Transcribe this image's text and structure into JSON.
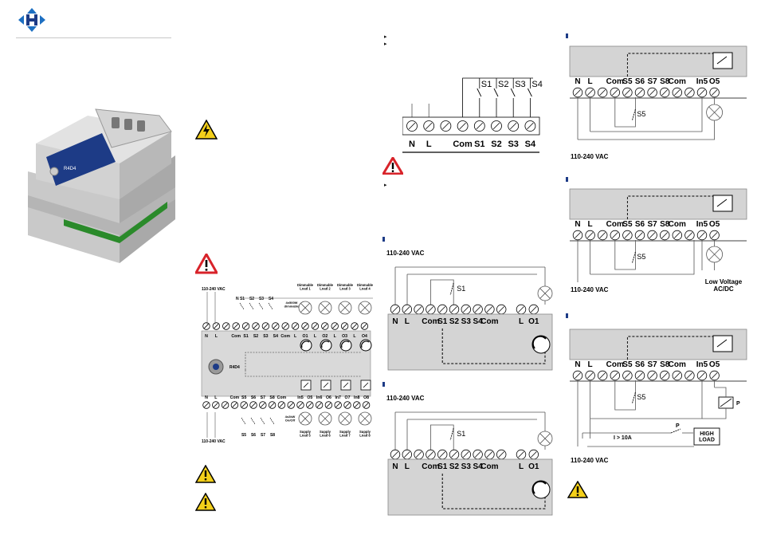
{
  "device": {
    "model_label": "R4D4"
  },
  "wiring_overview": {
    "supply_top": "110-240 VAC",
    "supply_bottom": "110-240 VAC",
    "neutral_tag": "N",
    "switch_top": [
      "S1",
      "S2",
      "S3",
      "S4"
    ],
    "switch_bottom": [
      "S5",
      "S6",
      "S7",
      "S8"
    ],
    "dimmable_loads": [
      "Dimmable\nLoad 1",
      "Dimmable\nLoad 2",
      "Dimmable\nLoad 3",
      "Dimmable\nLoad 4"
    ],
    "dimmable_rating": "4x500W\ndimmable",
    "onoff_rating": "4x2kW\nOn/Off",
    "supply_loads": [
      "Supply\nLoad 5",
      "Supply\nLoad 6",
      "Supply\nLoad 7",
      "Supply\nLoad 8"
    ],
    "terminals_top": [
      "N",
      "L",
      "",
      "Com",
      "S1",
      "S2",
      "S3",
      "S4",
      "Com",
      "L",
      "O1",
      "L",
      "O2",
      "L",
      "O3",
      "L",
      "O4"
    ],
    "terminals_bottom": [
      "N",
      "L",
      "",
      "Com",
      "S5",
      "S6",
      "S7",
      "S8",
      "Com",
      "",
      "In5",
      "O5",
      "In6",
      "O6",
      "In7",
      "O7",
      "In8",
      "O8"
    ],
    "module_label": "R4D4"
  },
  "switch_input_diagram": {
    "terminals": [
      "N",
      "L",
      "",
      "Com",
      "S1",
      "S2",
      "S3",
      "S4"
    ],
    "switches": [
      "S1",
      "S2",
      "S3",
      "S4"
    ]
  },
  "dimmer_diagram_1": {
    "supply": "110-240 VAC",
    "switch": "S1",
    "terminals": [
      "N",
      "L",
      "",
      "Com",
      "S1",
      "S2",
      "S3",
      "S4",
      "Com",
      "",
      "L",
      "O1"
    ]
  },
  "dimmer_diagram_2": {
    "supply": "110-240 VAC",
    "switch": "S1",
    "terminals": [
      "N",
      "L",
      "",
      "Com",
      "S1",
      "S2",
      "S3",
      "S4",
      "Com",
      "",
      "L",
      "O1"
    ]
  },
  "relay_diagram_1": {
    "supply": "110-240 VAC",
    "switch": "S5",
    "terminals": [
      "N",
      "L",
      "",
      "Com",
      "S5",
      "S6",
      "S7",
      "S8",
      "Com",
      "",
      "In5",
      "O5"
    ]
  },
  "relay_diagram_2": {
    "supply": "110-240 VAC",
    "switch": "S5",
    "load_label": "Low Voltage\nAC/DC",
    "terminals": [
      "N",
      "L",
      "",
      "Com",
      "S5",
      "S6",
      "S7",
      "S8",
      "Com",
      "",
      "In5",
      "O5"
    ]
  },
  "relay_diagram_3": {
    "supply": "110-240 VAC",
    "switch": "S5",
    "contactor_label": "P",
    "current_label": "I > 10A",
    "contact_label": "P",
    "high_load": "HIGH\nLOAD",
    "terminals": [
      "N",
      "L",
      "",
      "Com",
      "S5",
      "S6",
      "S7",
      "S8",
      "Com",
      "",
      "In5",
      "O5"
    ]
  },
  "colors": {
    "brand_blue": "#1d3b86",
    "module_grey": "#dcdcdc",
    "warn_red": "#d8232a",
    "warn_yellow": "#f3cf1a"
  }
}
